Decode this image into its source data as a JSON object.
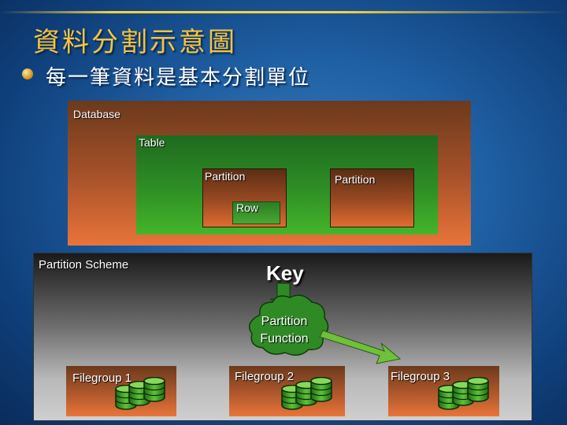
{
  "slide": {
    "title": "資料分割示意圖",
    "bullet": "每一筆資料是基本分割單位"
  },
  "diagram": {
    "database_label": "Database",
    "table_label": "Table",
    "partition_left_label": "Partition",
    "partition_right_label": "Partition",
    "row_label": "Row",
    "scheme_label": "Partition Scheme",
    "key_label": "Key",
    "function_label_line1": "Partition",
    "function_label_line2": "Function",
    "filegroups": [
      "Filegroup 1",
      "Filegroup 2",
      "Filegroup 3"
    ]
  },
  "colors": {
    "title": "#f5c542",
    "arrow_green": "#6fc03a",
    "cloud_green": "#2f8a25"
  },
  "icons": [
    "bullet-dot-icon",
    "database-cylinder-icon",
    "arrow-icon",
    "cloud-icon"
  ]
}
